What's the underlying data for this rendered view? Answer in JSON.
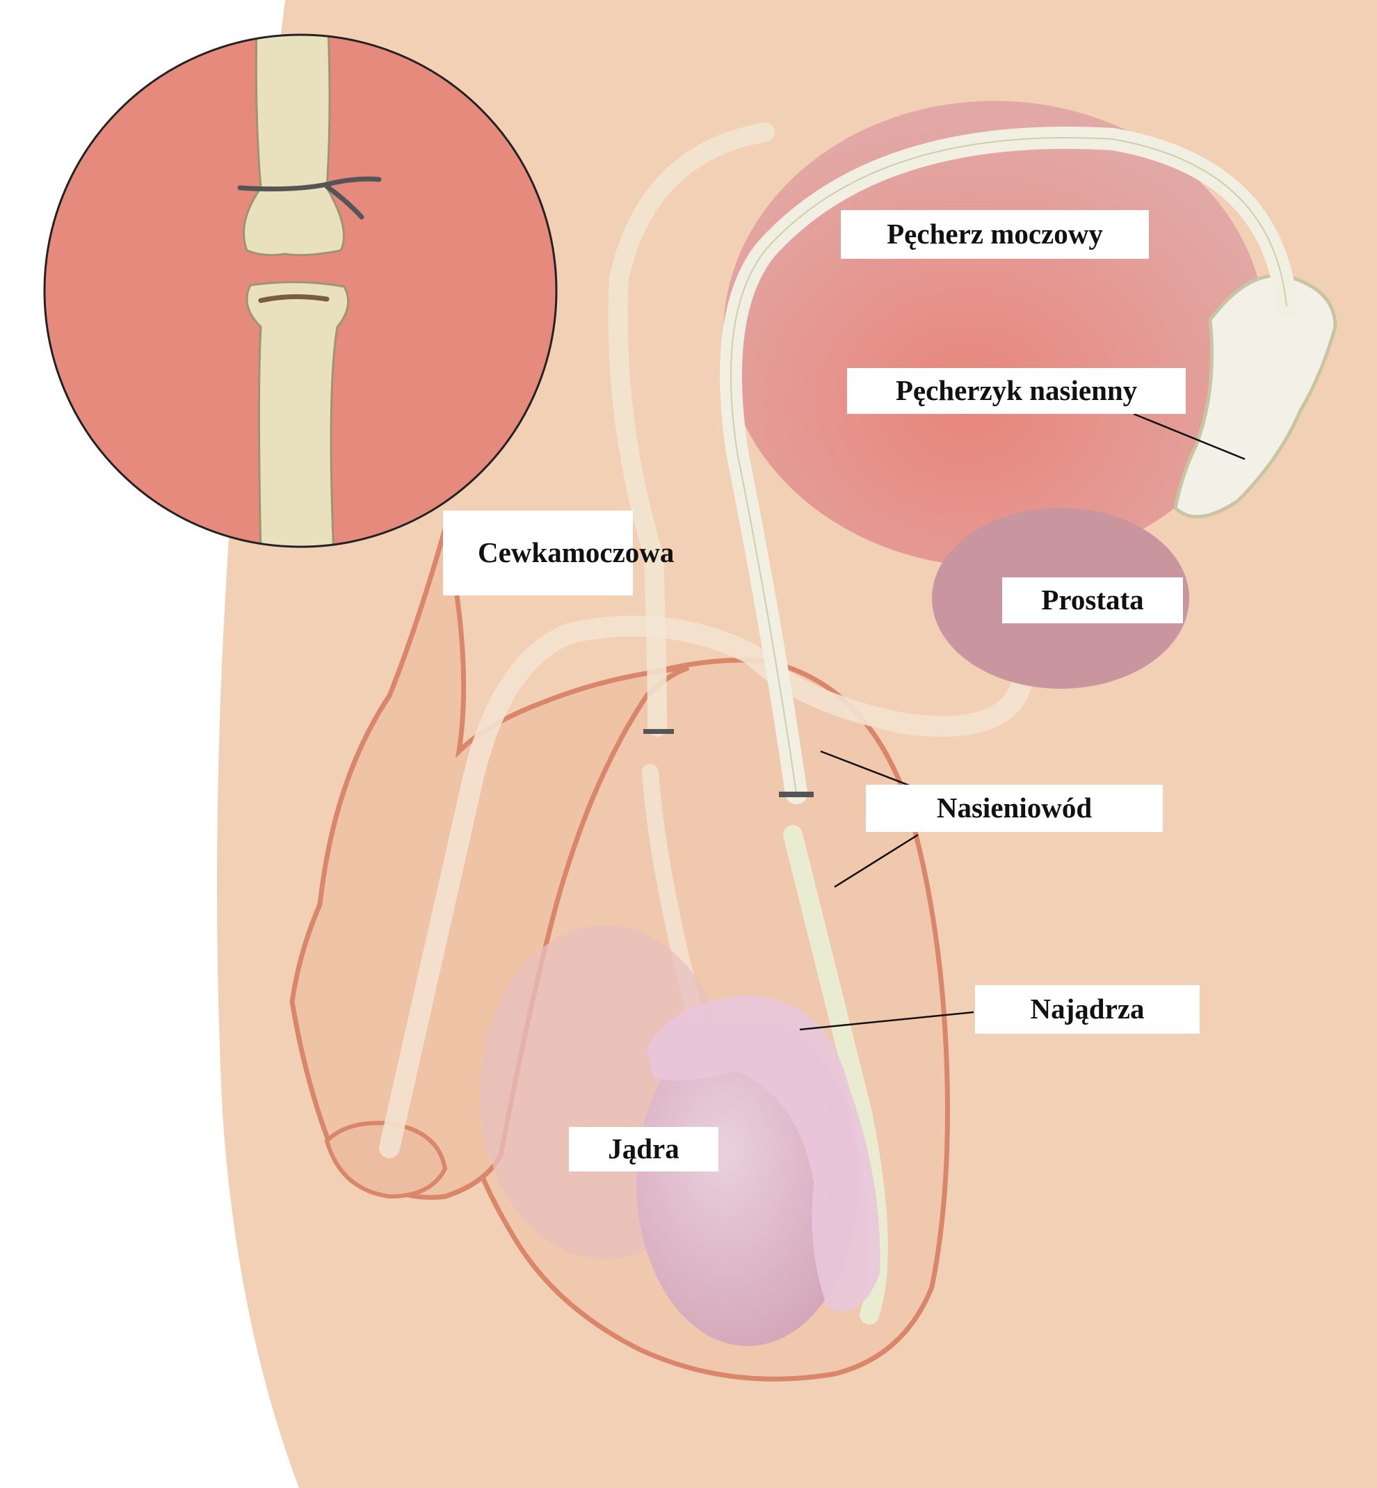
{
  "labels": {
    "bladder": "Pęcherz moczowy",
    "seminal_vesicle": "Pęcherzyk nasienny",
    "urethra_line1": "Cewka",
    "urethra_line2": "moczowa",
    "prostate": "Prostata",
    "vas_deferens": "Nasieniowód",
    "epididymis": "Najądrza",
    "testes": "Jądra"
  },
  "colors": {
    "background": "#ffffff",
    "skin": "#f2d0b5",
    "skin_outline": "#d9866a",
    "bladder": "#e58a82",
    "prostate": "#c9959e",
    "testis": "#dbb2c2",
    "duct": "#f0efe2",
    "inset_bg": "#e58a7c",
    "inset_duct": "#e9e0bd",
    "ligature": "#555555"
  }
}
